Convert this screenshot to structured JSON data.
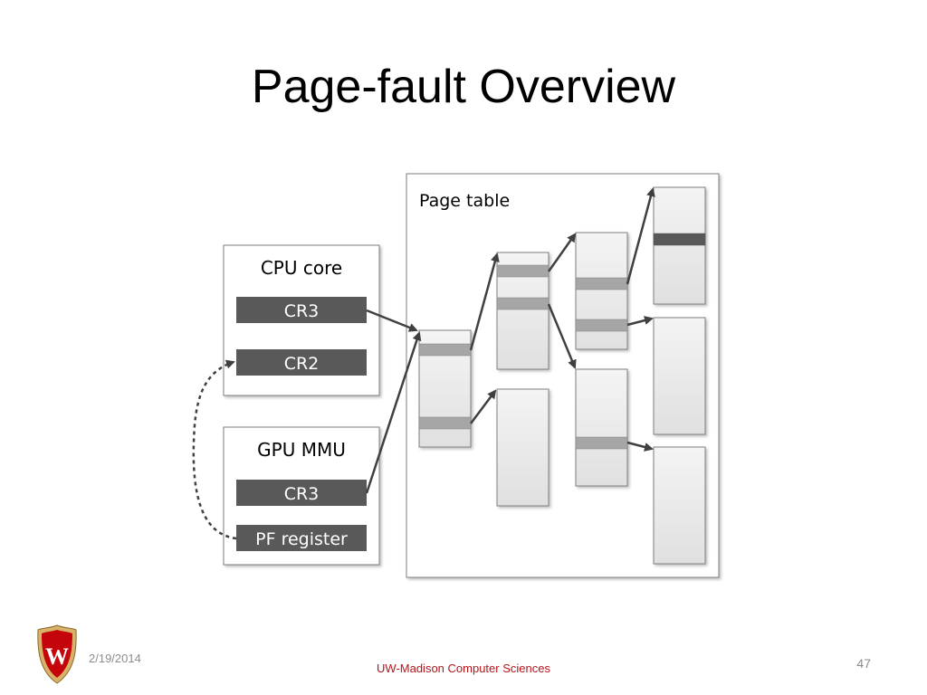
{
  "slide": {
    "title": "Page-fault Overview",
    "footer": {
      "date": "2/19/2014",
      "organization": "UW-Madison Computer Sciences",
      "page_number": "47"
    },
    "logo_text": "W"
  },
  "diagram": {
    "cpu_core": {
      "label": "CPU core",
      "registers": [
        "CR3",
        "CR2"
      ]
    },
    "gpu_mmu": {
      "label": "GPU MMU",
      "registers": [
        "CR3",
        "PF register"
      ]
    },
    "page_table": {
      "label": "Page table"
    },
    "colors": {
      "register_fill": "#595959",
      "entry_fill": "#a6a6a6",
      "entry_fill_dark": "#595959",
      "arrow": "#404040",
      "box_border": "#7f7f7f",
      "table_fill_top": "#f2f2f2",
      "table_fill_bottom": "#e0e0e0",
      "accent": "#b3151b"
    }
  }
}
